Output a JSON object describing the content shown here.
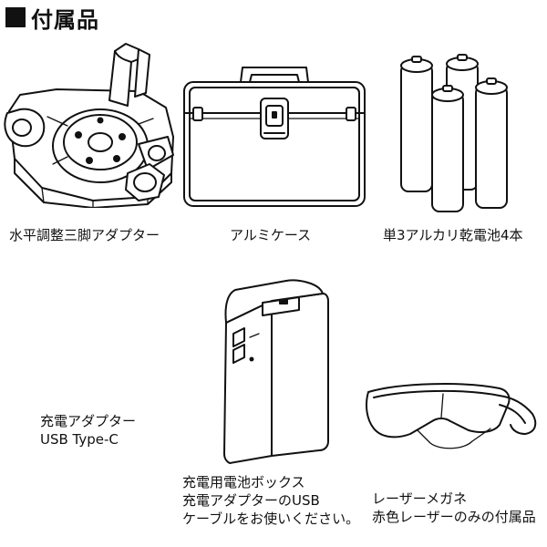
{
  "heading": {
    "title": "付属品"
  },
  "items": [
    {
      "id": "tripod-adapter",
      "icon": "leveling-tripod-adapter-icon",
      "lines": [
        "水平調整三脚アダプター"
      ]
    },
    {
      "id": "case",
      "icon": "aluminum-case-icon",
      "lines": [
        "アルミケース"
      ]
    },
    {
      "id": "batteries",
      "icon": "aa-batteries-icon",
      "lines": [
        "単3アルカリ乾電池4本"
      ]
    },
    {
      "id": "charger",
      "icon": "",
      "lines": [
        "充電アダプター",
        "USB Type-C"
      ]
    },
    {
      "id": "battery-box",
      "icon": "rechargeable-battery-box-icon",
      "lines": [
        "充電用電池ボックス",
        "充電アダプターのUSB",
        "ケーブルをお使いください。"
      ]
    },
    {
      "id": "glasses",
      "icon": "laser-glasses-icon",
      "lines": [
        "レーザーメガネ",
        "赤色レーザーのみの付属品"
      ]
    }
  ]
}
